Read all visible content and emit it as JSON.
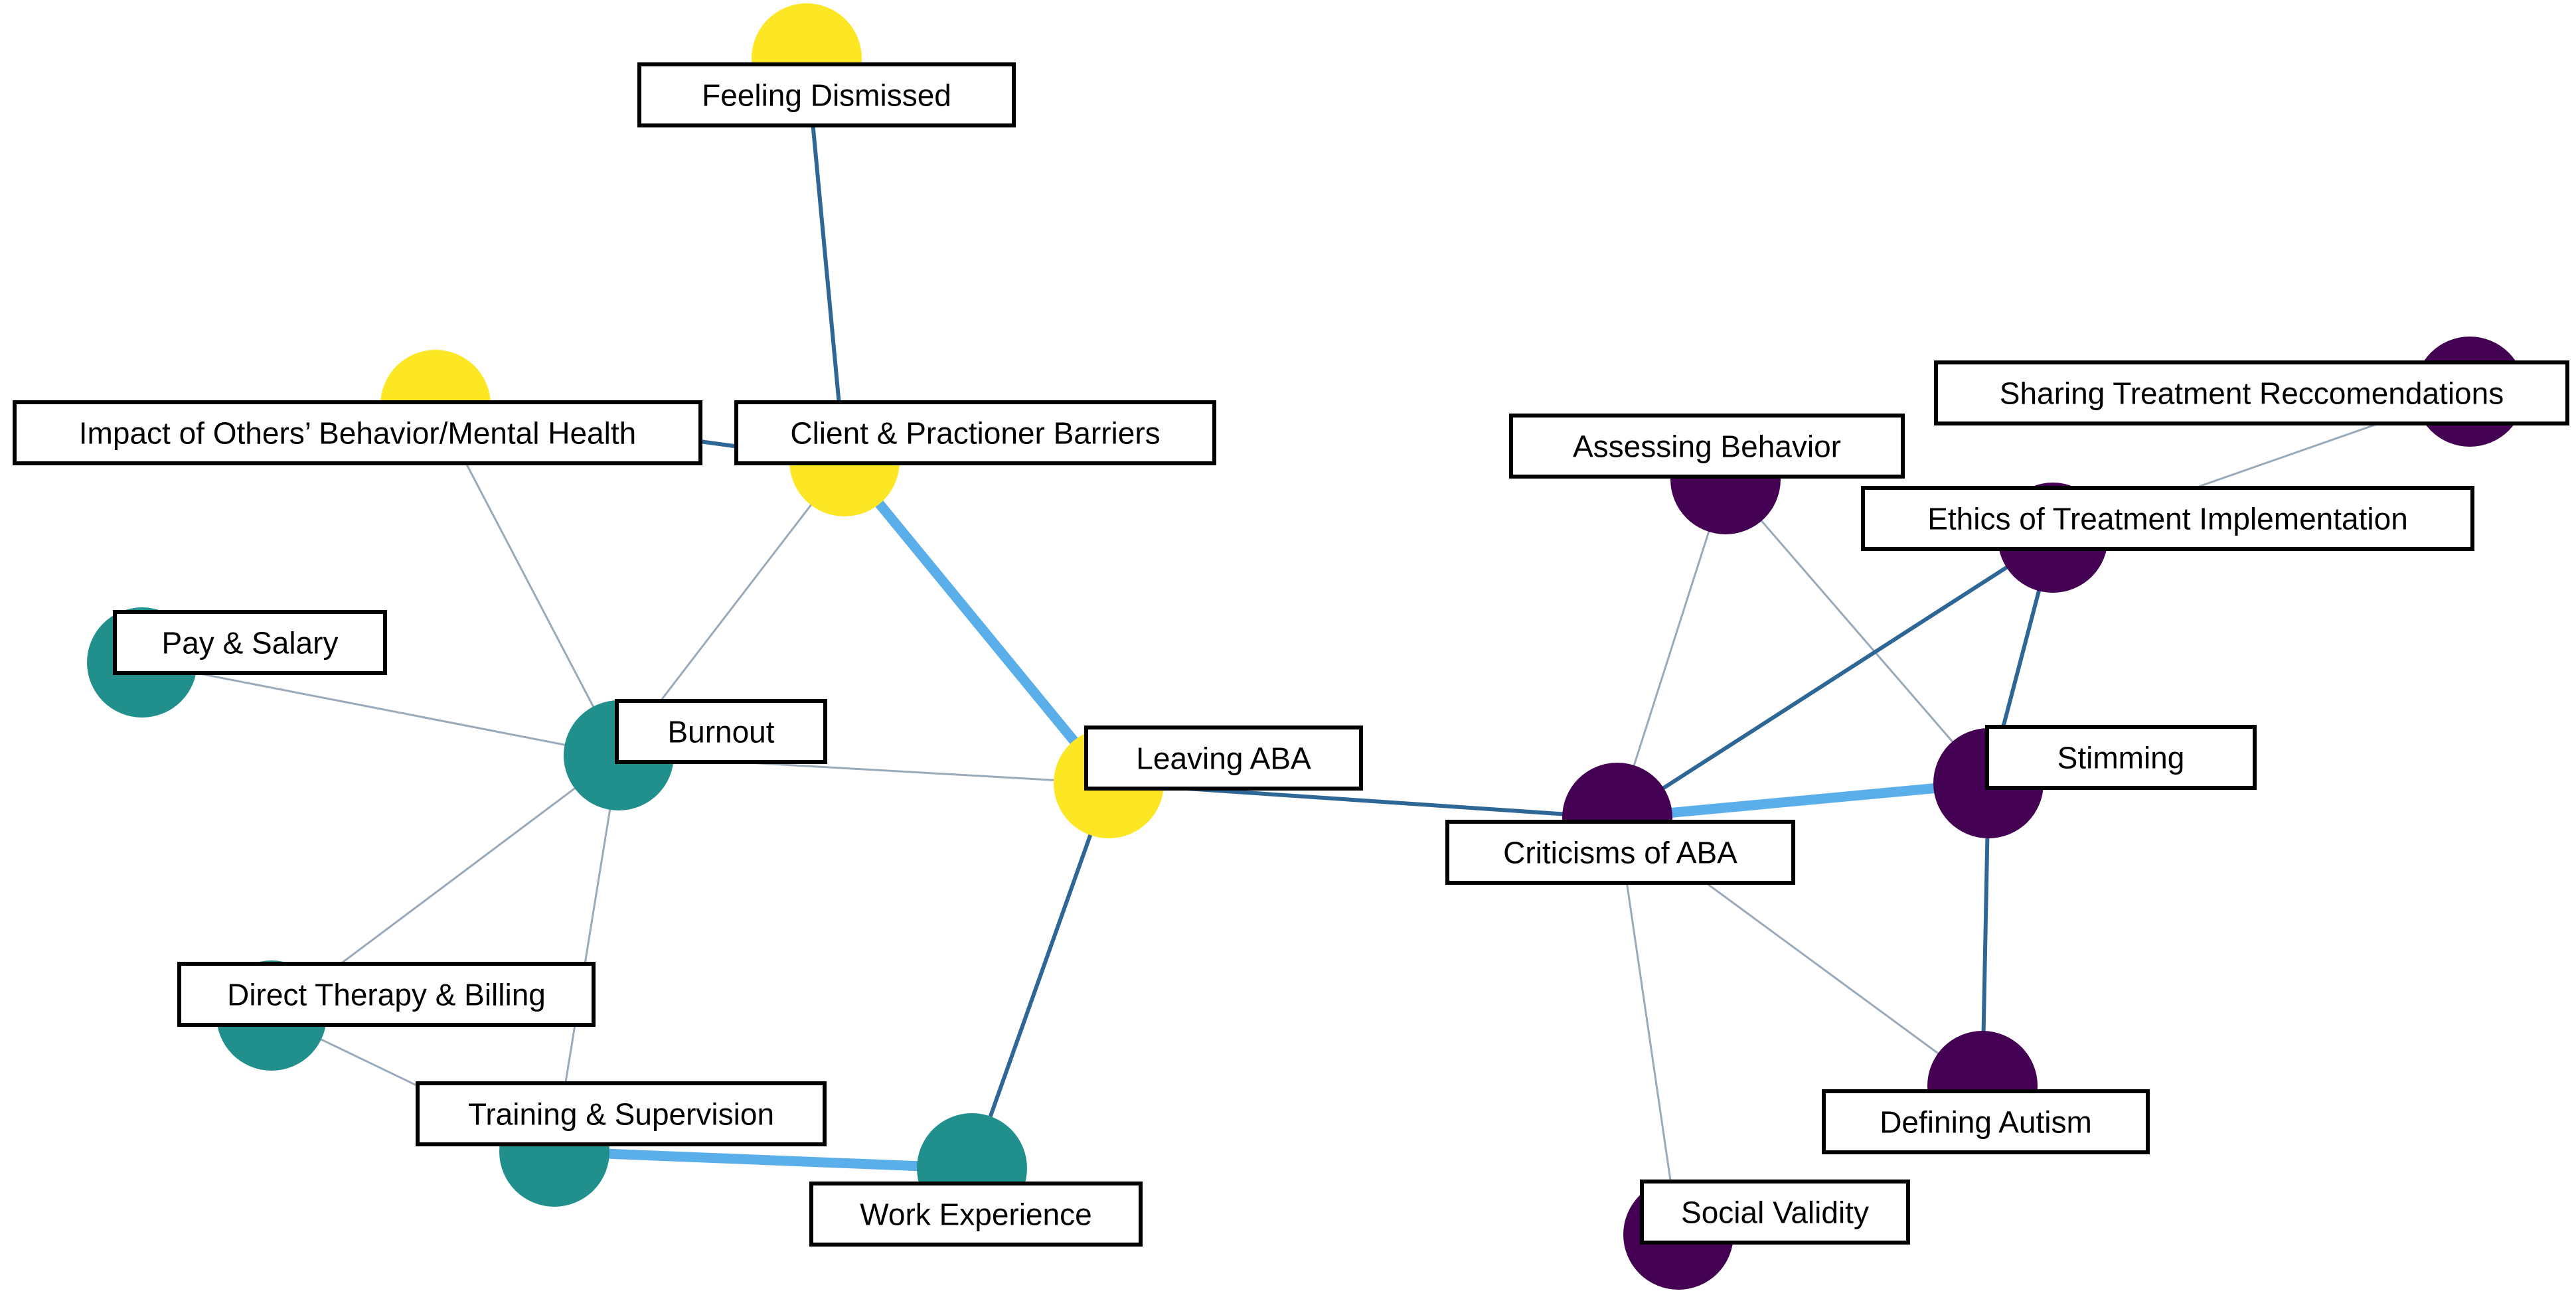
{
  "colors": {
    "yellow": "#fde725",
    "teal": "#21908c",
    "purple": "#440154",
    "edge_thin": "#9aaab8",
    "edge_medium": "#2e6795",
    "edge_thick": "#5aaeea",
    "label_border": "#000000",
    "label_fill": "#ffffff"
  },
  "nodes": [
    {
      "id": "feeling_dismissed",
      "label": "Feeling Dismissed",
      "group": "yellow"
    },
    {
      "id": "impact_others",
      "label": "Impact of Others’ Behavior/Mental Health",
      "group": "yellow"
    },
    {
      "id": "client_practioner",
      "label": "Client & Practioner Barriers",
      "group": "yellow"
    },
    {
      "id": "leaving_aba",
      "label": "Leaving ABA",
      "group": "yellow"
    },
    {
      "id": "pay_salary",
      "label": "Pay & Salary",
      "group": "teal"
    },
    {
      "id": "burnout",
      "label": "Burnout",
      "group": "teal"
    },
    {
      "id": "direct_therapy",
      "label": "Direct Therapy & Billing",
      "group": "teal"
    },
    {
      "id": "training_supervision",
      "label": "Training & Supervision",
      "group": "teal"
    },
    {
      "id": "work_experience",
      "label": "Work Experience",
      "group": "teal"
    },
    {
      "id": "assessing_behavior",
      "label": "Assessing Behavior",
      "group": "purple"
    },
    {
      "id": "sharing_treatment",
      "label": "Sharing Treatment Reccomendations",
      "group": "purple"
    },
    {
      "id": "ethics_treatment",
      "label": "Ethics of Treatment Implementation",
      "group": "purple"
    },
    {
      "id": "criticisms_aba",
      "label": "Criticisms of ABA",
      "group": "purple"
    },
    {
      "id": "stimming",
      "label": "Stimming",
      "group": "purple"
    },
    {
      "id": "defining_autism",
      "label": "Defining Autism",
      "group": "purple"
    },
    {
      "id": "social_validity",
      "label": "Social Validity",
      "group": "purple"
    }
  ],
  "edges": [
    {
      "source": "feeling_dismissed",
      "target": "client_practioner",
      "weight": "medium"
    },
    {
      "source": "impact_others",
      "target": "client_practioner",
      "weight": "medium"
    },
    {
      "source": "impact_others",
      "target": "burnout",
      "weight": "thin"
    },
    {
      "source": "client_practioner",
      "target": "burnout",
      "weight": "thin"
    },
    {
      "source": "client_practioner",
      "target": "leaving_aba",
      "weight": "thick"
    },
    {
      "source": "pay_salary",
      "target": "burnout",
      "weight": "thin"
    },
    {
      "source": "burnout",
      "target": "leaving_aba",
      "weight": "thin"
    },
    {
      "source": "burnout",
      "target": "direct_therapy",
      "weight": "thin"
    },
    {
      "source": "burnout",
      "target": "training_supervision",
      "weight": "thin"
    },
    {
      "source": "direct_therapy",
      "target": "training_supervision",
      "weight": "thin"
    },
    {
      "source": "training_supervision",
      "target": "work_experience",
      "weight": "thick"
    },
    {
      "source": "leaving_aba",
      "target": "work_experience",
      "weight": "medium"
    },
    {
      "source": "leaving_aba",
      "target": "criticisms_aba",
      "weight": "medium"
    },
    {
      "source": "assessing_behavior",
      "target": "criticisms_aba",
      "weight": "thin"
    },
    {
      "source": "assessing_behavior",
      "target": "stimming",
      "weight": "thin"
    },
    {
      "source": "sharing_treatment",
      "target": "ethics_treatment",
      "weight": "thin"
    },
    {
      "source": "ethics_treatment",
      "target": "criticisms_aba",
      "weight": "medium"
    },
    {
      "source": "ethics_treatment",
      "target": "stimming",
      "weight": "medium"
    },
    {
      "source": "criticisms_aba",
      "target": "stimming",
      "weight": "thick"
    },
    {
      "source": "criticisms_aba",
      "target": "defining_autism",
      "weight": "thin"
    },
    {
      "source": "criticisms_aba",
      "target": "social_validity",
      "weight": "thin"
    },
    {
      "source": "stimming",
      "target": "defining_autism",
      "weight": "medium"
    }
  ]
}
